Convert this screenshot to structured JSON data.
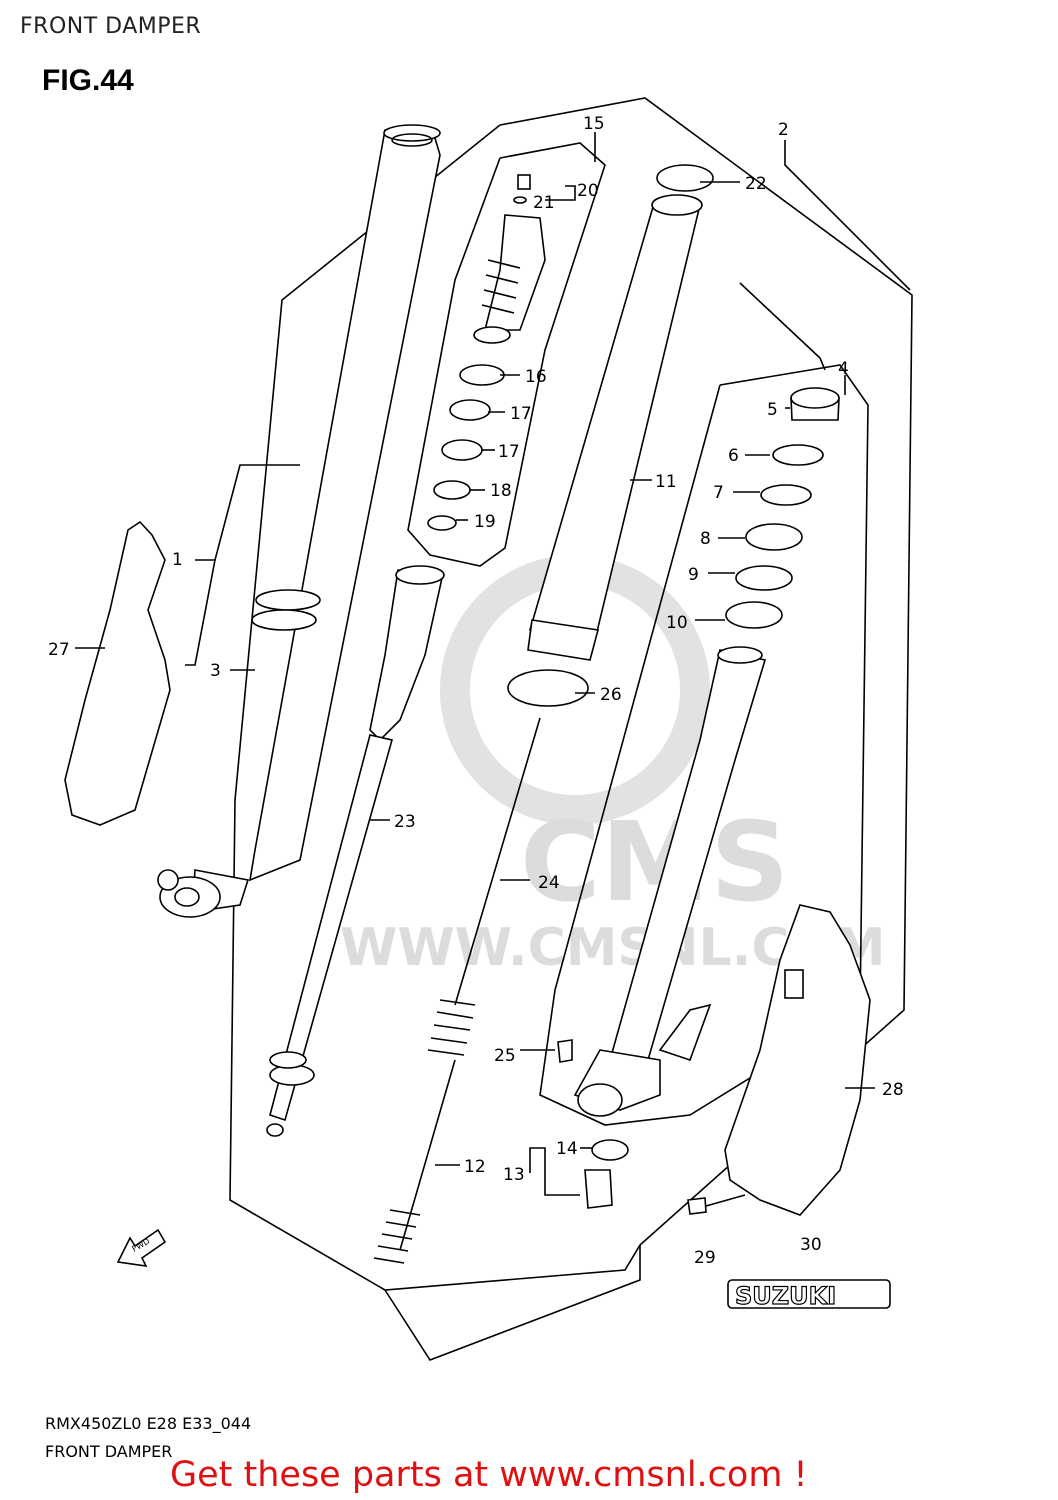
{
  "header": {
    "title": "FRONT DAMPER",
    "figure": "FIG.44"
  },
  "callouts": [
    {
      "id": "c1",
      "text": "1"
    },
    {
      "id": "c2",
      "text": "2"
    },
    {
      "id": "c3",
      "text": "3"
    },
    {
      "id": "c4",
      "text": "4"
    },
    {
      "id": "c5",
      "text": "5"
    },
    {
      "id": "c6",
      "text": "6"
    },
    {
      "id": "c7",
      "text": "7"
    },
    {
      "id": "c8",
      "text": "8"
    },
    {
      "id": "c9",
      "text": "9"
    },
    {
      "id": "c10",
      "text": "10"
    },
    {
      "id": "c11",
      "text": "11"
    },
    {
      "id": "c12",
      "text": "12"
    },
    {
      "id": "c13",
      "text": "13"
    },
    {
      "id": "c14",
      "text": "14"
    },
    {
      "id": "c15",
      "text": "15"
    },
    {
      "id": "c16",
      "text": "16"
    },
    {
      "id": "c17a",
      "text": "17"
    },
    {
      "id": "c17b",
      "text": "17"
    },
    {
      "id": "c18",
      "text": "18"
    },
    {
      "id": "c19",
      "text": "19"
    },
    {
      "id": "c20",
      "text": "20"
    },
    {
      "id": "c21",
      "text": "21"
    },
    {
      "id": "c22",
      "text": "22"
    },
    {
      "id": "c23",
      "text": "23"
    },
    {
      "id": "c24",
      "text": "24"
    },
    {
      "id": "c25",
      "text": "25"
    },
    {
      "id": "c26",
      "text": "26"
    },
    {
      "id": "c27",
      "text": "27"
    },
    {
      "id": "c28",
      "text": "28"
    },
    {
      "id": "c29",
      "text": "29"
    },
    {
      "id": "c30",
      "text": "30"
    }
  ],
  "labels": {
    "fwd": "FWD",
    "brand": "SUZUKI"
  },
  "watermark": {
    "logo": "CMS",
    "url": "WWW.CMSNL.COM"
  },
  "footer": {
    "model": "RMX450ZL0 E28 E33_044",
    "caption": "FRONT DAMPER",
    "promo": "Get these parts at www.cmsnl.com !"
  },
  "colors": {
    "promo": "#e01010",
    "line": "#000000",
    "watermark": "#dcdcdc"
  }
}
